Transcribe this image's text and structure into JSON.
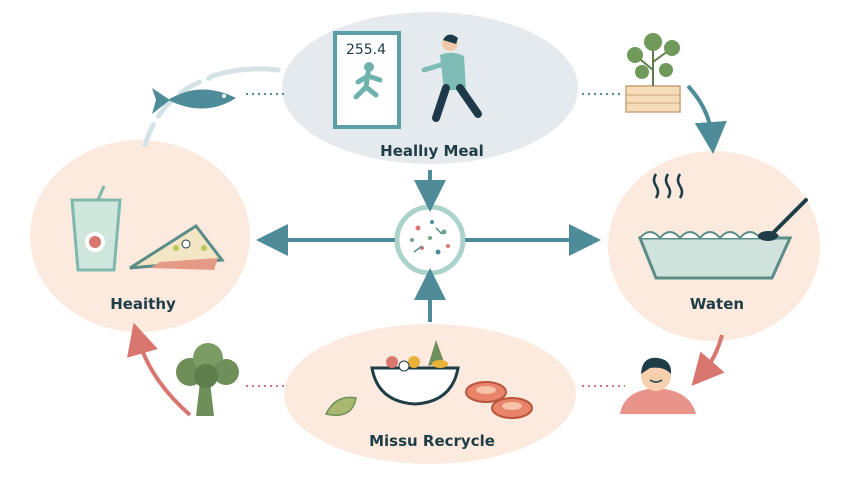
{
  "nodes": {
    "top": {
      "label": "Heallıy Meal",
      "display_value": "255.4"
    },
    "left": {
      "label": "Heaithy"
    },
    "right": {
      "label": "Waten"
    },
    "bottom": {
      "label": "Missu Recrycle"
    }
  },
  "colors": {
    "teal_arrow": "#4f8c99",
    "red_arrow": "#d9766f",
    "top_bg": "#e5eaee",
    "peach_bg": "#fbeadd"
  }
}
